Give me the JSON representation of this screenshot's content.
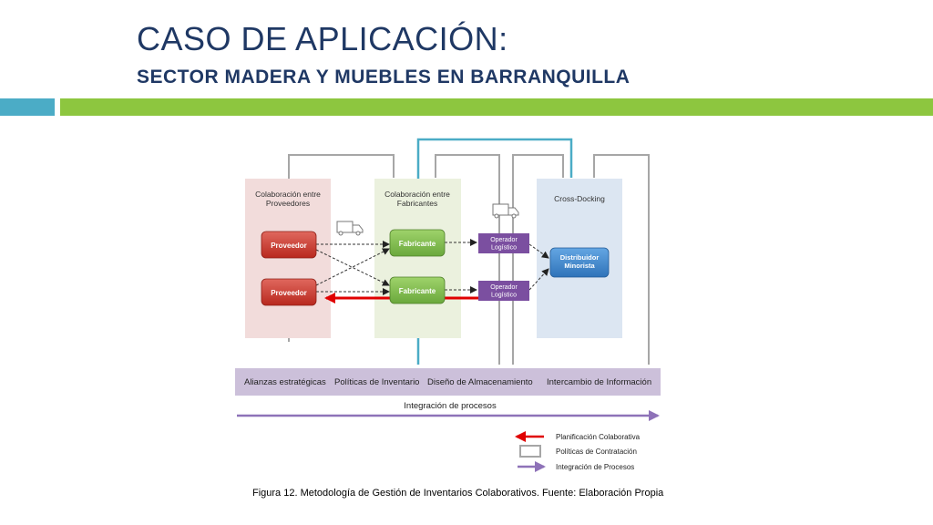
{
  "header": {
    "title": "CASO DE APLICACIÓN:",
    "subtitle": "SECTOR MADERA Y MUEBLES EN BARRANQUILLA"
  },
  "colors": {
    "title": "#1f3864",
    "teal_bar": "#4bacc6",
    "green_bar": "#8dc63f",
    "red_node": "#c0392b",
    "green_node": "#7ab648",
    "purple_node": "#7b4fa0",
    "blue_node": "#3a7fc4",
    "red_arrow": "#e00000",
    "purple_arrow": "#8e72b8"
  },
  "diagram": {
    "groups": {
      "proveedores": "Colaboración entre\nProveedores",
      "fabricantes": "Colaboración entre\nFabricantes",
      "crossdocking": "Cross-Docking"
    },
    "nodes": {
      "proveedor_1": "Proveedor",
      "proveedor_2": "Proveedor",
      "fabricante_1": "Fabricante",
      "fabricante_2": "Fabricante",
      "operador_1": "Operador\nLogístico",
      "operador_2": "Operador\nLogístico",
      "distribuidor": "Distribuidor\nMinorista"
    },
    "bottom_band": {
      "alianzas": "Alianzas estratégicas",
      "politicas": "Políticas de Inventario",
      "diseno": "Diseño de Almacenamiento",
      "intercambio": "Intercambio de Información"
    },
    "integration_label": "Integración de procesos",
    "legend": {
      "planificacion": "Planificación Colaborativa",
      "politicas": "Políticas de Contratación",
      "integracion": "Integración de Procesos"
    }
  },
  "caption": "Figura 12. Metodología de Gestión de Inventarios Colaborativos. Fuente: Elaboración Propia"
}
